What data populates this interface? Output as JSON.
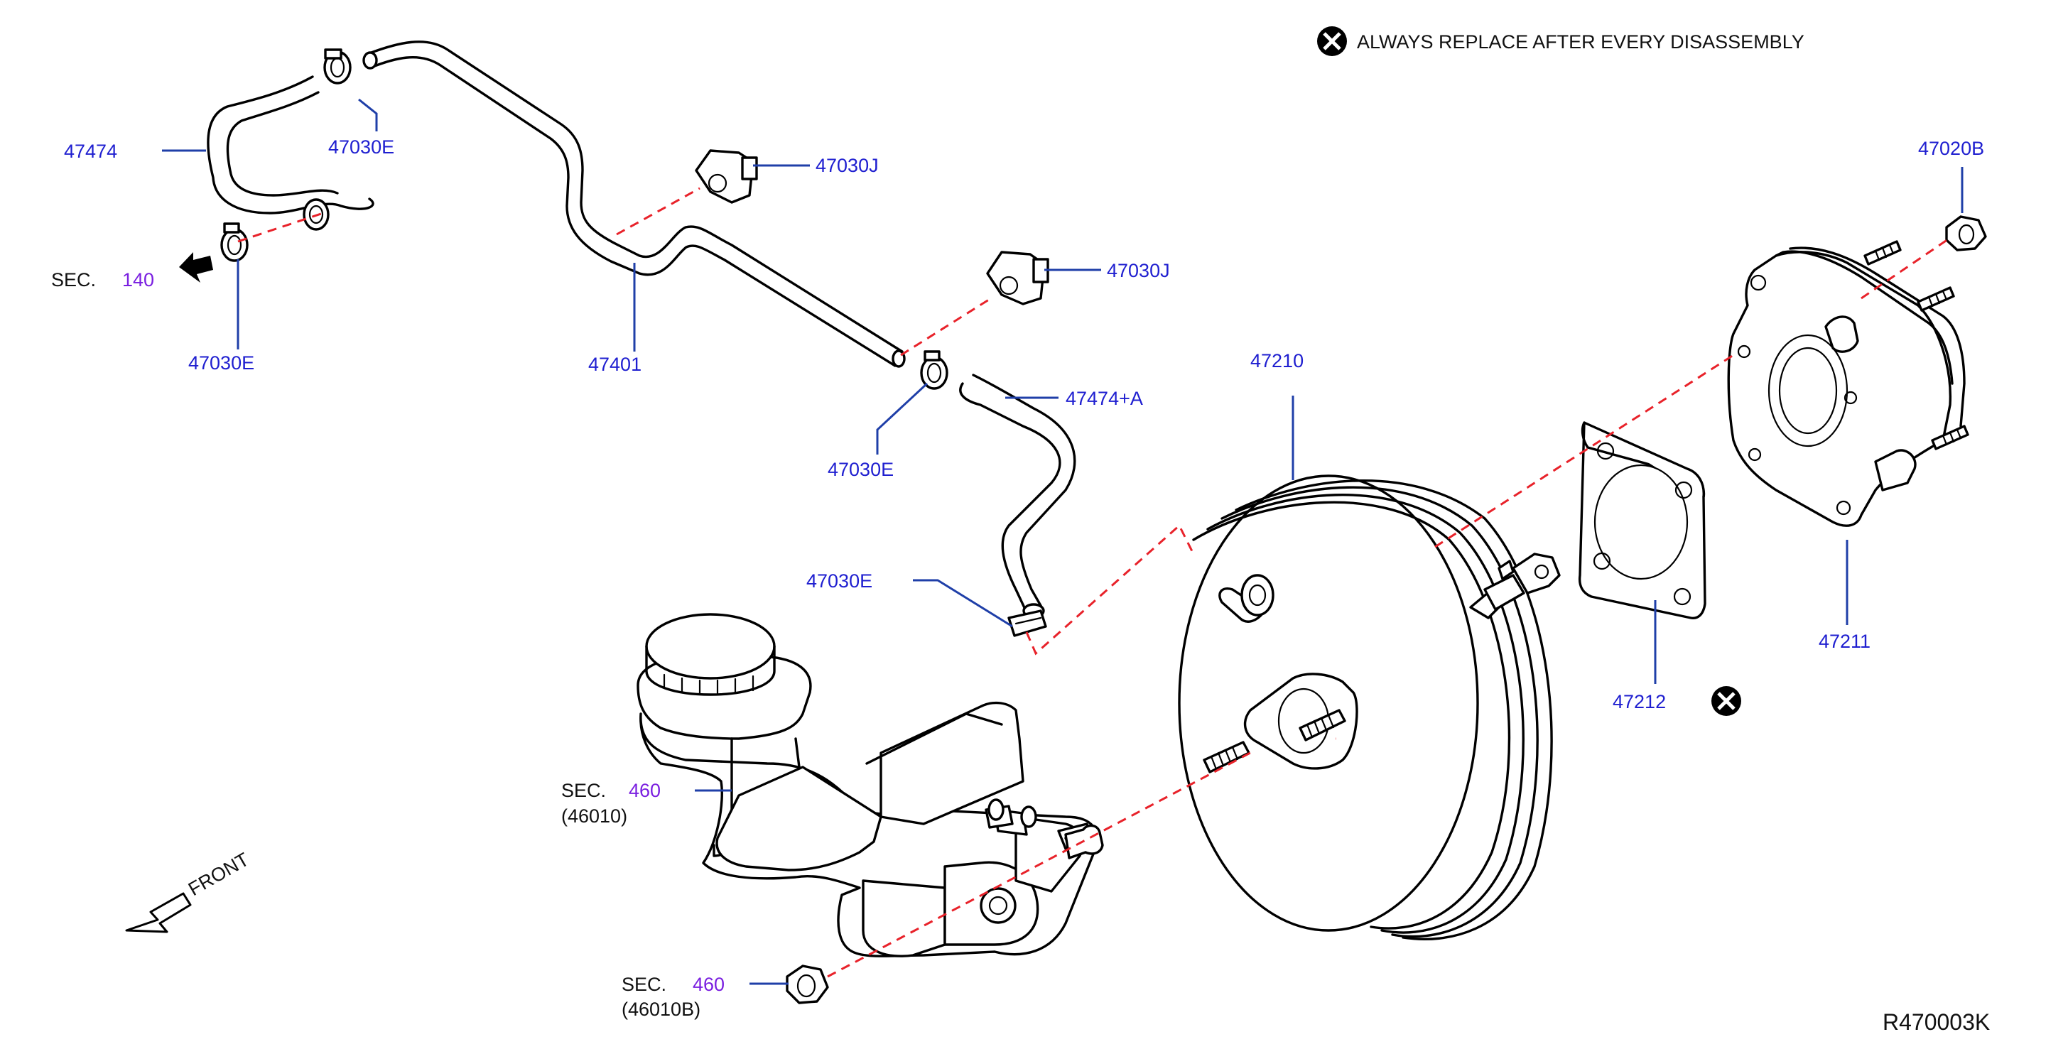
{
  "notice": {
    "text": "ALWAYS   REPLACE   AFTER   EVERY   DISASSEMBLY",
    "icon": "x-circle-icon"
  },
  "part_numbers": {
    "p47474": "47474",
    "p47030e_top": "47030E",
    "p47030e_left": "47030E",
    "p47401": "47401",
    "p47030j_a": "47030J",
    "p47030j_b": "47030J",
    "p47474a": "47474+A",
    "p47030e_mid": "47030E",
    "p47030e_low": "47030E",
    "p47210": "47210",
    "p47212": "47212",
    "p47211": "47211",
    "p47020b": "47020B"
  },
  "section_refs": {
    "sec_word": "SEC.",
    "sec140": "140",
    "sec460_a": "460",
    "sec460_a_sub": "(46010)",
    "sec460_b": "460",
    "sec460_b_sub": "(46010B)"
  },
  "front_label": "FRONT",
  "diagram_code": "R470003K",
  "colors": {
    "part_number": "#1f1fd0",
    "section_number": "#7a1fe0",
    "leader_line": "#1f3fa8",
    "dashed_line": "#e8222a"
  }
}
